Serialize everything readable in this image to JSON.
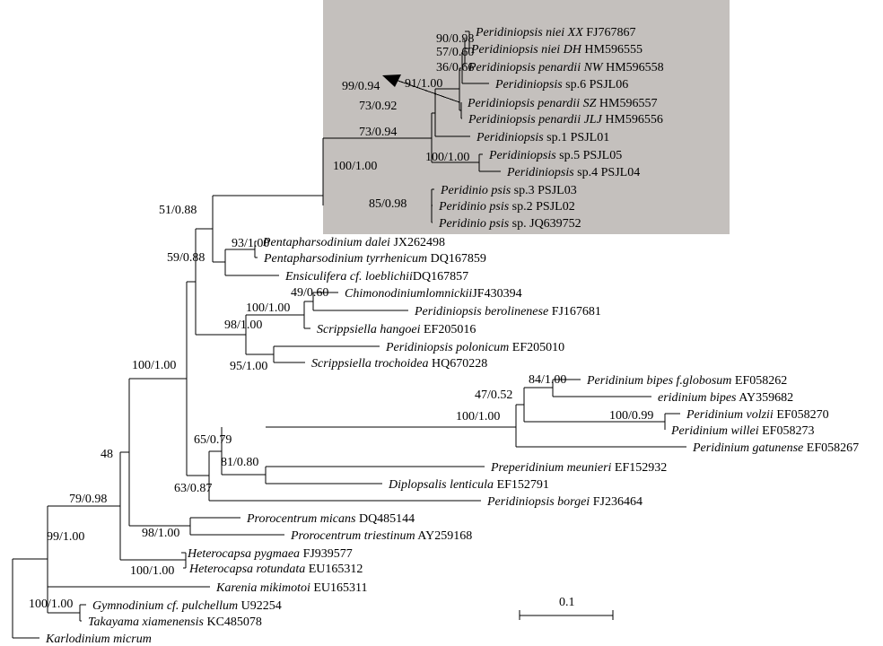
{
  "highlight_color": "#c4c0bd",
  "scale_label": "0.1",
  "taxa": [
    {
      "italic": "Peridiniopsis niei XX",
      "acc": " FJ767867"
    },
    {
      "italic": "Peridiniopsis niei DH",
      "acc": " HM596555"
    },
    {
      "italic": "Peridiniopsis penardii NW",
      "acc": " HM596558"
    },
    {
      "italic": "Peridiniopsis",
      "acc": " sp.6 PSJL06"
    },
    {
      "italic": "Peridiniopsis penardii SZ",
      "acc": " HM596557"
    },
    {
      "italic": "Peridiniopsis penardii JLJ",
      "acc": " HM596556"
    },
    {
      "italic": "Peridiniopsis",
      "acc": " sp.1 PSJL01"
    },
    {
      "italic": "Peridiniopsis",
      "acc": " sp.5 PSJL05"
    },
    {
      "italic": "Peridiniopsis",
      "acc": " sp.4 PSJL04"
    },
    {
      "italic": "Peridinio psis",
      "acc": " sp.3 PSJL03"
    },
    {
      "italic": "Peridinio psis",
      "acc": " sp.2 PSJL02"
    },
    {
      "italic": "Peridinio psis",
      "acc": " sp. JQ639752"
    },
    {
      "italic": "Pentapharsodinium dalei",
      "acc": " JX262498"
    },
    {
      "italic": "Pentapharsodinium tyrrhenicum",
      "acc": " DQ167859"
    },
    {
      "italic": "Ensiculifera cf. loeblichii",
      "acc": "DQ167857"
    },
    {
      "italic": "Chimonodiniumlomnickii",
      "acc": "JF430394"
    },
    {
      "italic": "Peridiniopsis berolinenese",
      "acc": " FJ167681"
    },
    {
      "italic": "Scrippsiella hangoei",
      "acc": " EF205016"
    },
    {
      "italic": "Peridiniopsis polonicum",
      "acc": " EF205010"
    },
    {
      "italic": "Scrippsiella trochoidea",
      "acc": " HQ670228"
    },
    {
      "italic": "Peridinium bipes f.globosum",
      "acc": " EF058262"
    },
    {
      "italic": "eridinium bipes",
      "acc": " AY359682"
    },
    {
      "italic": "Peridinium volzii",
      "acc": " EF058270"
    },
    {
      "italic": "Peridinium willei",
      "acc": " EF058273"
    },
    {
      "italic": "Peridinium gatunense",
      "acc": " EF058267"
    },
    {
      "italic": "Preperidinium meunieri",
      "acc": " EF152932"
    },
    {
      "italic": "Diplopsalis lenticula",
      "acc": " EF152791"
    },
    {
      "italic": "Peridiniopsis borgei",
      "acc": " FJ236464"
    },
    {
      "italic": "Prorocentrum micans",
      "acc": " DQ485144"
    },
    {
      "italic": "Prorocentrum triestinum",
      "acc": " AY259168"
    },
    {
      "italic": "Heterocapsa pygmaea",
      "acc": " FJ939577"
    },
    {
      "italic": "Heterocapsa rotundata",
      "acc": " EU165312"
    },
    {
      "italic": "Karenia mikimotoi",
      "acc": " EU165311"
    },
    {
      "italic": "Gymnodinium cf. pulchellum",
      "acc": " U92254"
    },
    {
      "italic": "Takayama xiamenensis",
      "acc": "  KC485078"
    },
    {
      "italic": "Karlodinium micrum",
      "acc": ""
    }
  ],
  "supports": [
    "90/0.98",
    "57/0.60",
    "36/0.66",
    "91/1.00",
    "99/0.94",
    "73/0.92",
    "73/0.94",
    "100/1.00",
    "100/1.00",
    "85/0.98",
    "51/0.88",
    "93/1.00",
    "59/0.88",
    "49/0.60",
    "100/1.00",
    "98/1.00",
    "95/1.00",
    "100/1.00",
    "84/1.00",
    "47/0.52",
    "100/1.00",
    "100/0.99",
    "65/0.79",
    "81/0.80",
    "63/0.87",
    "48",
    "79/0.98",
    "98/1.00",
    "100/1.00",
    "99/1.00",
    "100/1.00"
  ]
}
